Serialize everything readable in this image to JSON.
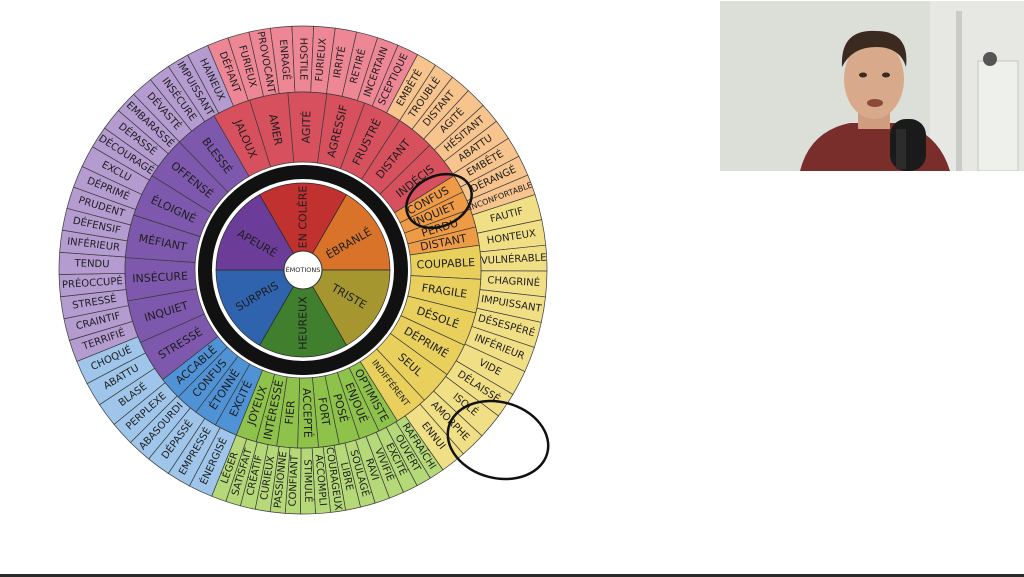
{
  "wheel": {
    "center_label": "ÉMOTIONS",
    "core": [
      {
        "label": "EN COLÈRE",
        "color": "#c0312f"
      },
      {
        "label": "ÉBRANLÉ",
        "color": "#d9732a"
      },
      {
        "label": "TRISTE",
        "color": "#a59630"
      },
      {
        "label": "HEUREUX",
        "color": "#3f7f2d"
      },
      {
        "label": "SURPRIS",
        "color": "#2f63ad"
      },
      {
        "label": "APEURÉ",
        "color": "#6b3d98"
      }
    ],
    "middle": [
      {
        "group": 0,
        "items": [
          "JALOUX",
          "AMER",
          "AGITÉ",
          "AGRESSIF",
          "FRUSTRÉ",
          "DISTANT",
          "INDÉCIS"
        ]
      },
      {
        "group": 1,
        "items": [
          "CONFUS",
          "INQUIET",
          "PERDU",
          "DISTANT"
        ]
      },
      {
        "group": 2,
        "items": [
          "COUPABLE",
          "FRAGILE",
          "DÉSOLÉ",
          "DÉPRIMÉ",
          "SEUL",
          "INDIFFÉRENT"
        ]
      },
      {
        "group": 3,
        "items": [
          "OPTIMISTE",
          "ENJOUÉ",
          "POSÉ",
          "FORT",
          "ACCEPTÉ",
          "FIER",
          "INTÉRESSÉ",
          "JOYEUX"
        ]
      },
      {
        "group": 4,
        "items": [
          "EXCITÉ",
          "ÉTONNÉ",
          "CONFUS",
          "ACCABLÉ"
        ]
      },
      {
        "group": 5,
        "items": [
          "STRESSÉ",
          "INQUIET",
          "INSÉCURE",
          "MÉFIANT",
          "ÉLOIGNÉ",
          "OFFENSÉ",
          "BLESSÉ"
        ]
      }
    ],
    "outer": [
      {
        "group": 0,
        "items": [
          "DÉFIANT",
          "FURIEUX",
          "PROVOCANT",
          "ENRAGÉ",
          "HOSTILE",
          "FURIEUX",
          "IRRITÉ",
          "RETIRÉ",
          "INCERTAIN",
          "SCEPTIQUE"
        ]
      },
      {
        "group": 1,
        "items": [
          "EMBÊTÉ",
          "TROUBLÉ",
          "DISTANT",
          "AGITÉ",
          "HÉSITANT",
          "ABATTU",
          "EMBÊTÉ",
          "DÉRANGÉ",
          "INCONFORTABLE"
        ]
      },
      {
        "group": 2,
        "items": [
          "FAUTIF",
          "HONTEUX",
          "VULNÉRABLE",
          "CHAGRINÉ",
          "IMPUISSANT",
          "DÉSESPÉRÉ",
          "INFÉRIEUR",
          "VIDE",
          "DÉLAISSÉ",
          "ISOLÉ",
          "AMORPHE",
          "ENNUI"
        ]
      },
      {
        "group": 3,
        "items": [
          "RAFRAÎCHI",
          "OUVERT",
          "EXCITÉ",
          "VIVIFIÉ",
          "RAVI",
          "SOULAGÉ",
          "LIBRE",
          "COURAGEUX",
          "ACCOMPLI",
          "STIMULÉ",
          "CONFIANT",
          "PASSIONNÉ",
          "CURIEUX",
          "CRÉATIF",
          "SATISFAIT",
          "LÉGER"
        ]
      },
      {
        "group": 4,
        "items": [
          "ÉNERGISÉ",
          "EMPRESSÉ",
          "DÉPASSÉ",
          "ABASOURDI",
          "PERPLEXE",
          "BLASÉ",
          "ABATTU",
          "CHOQUÉ"
        ]
      },
      {
        "group": 5,
        "items": [
          "TERRIFIÉ",
          "CRAINTIF",
          "STRESSÉ",
          "PRÉOCCUPÉ",
          "TENDU",
          "INFÉRIEUR",
          "DÉFENSIF",
          "PRUDENT",
          "DÉPRIMÉ",
          "EXCLU",
          "DÉCOURAGÉ",
          "DÉPASSÉ",
          "EMBARASSÉ",
          "DÉVASTÉ",
          "INSÉCURE",
          "IMPUISSANT",
          "HAINEUX"
        ]
      }
    ],
    "colors": {
      "middle": [
        "#d6505e",
        "#ef9a45",
        "#e9d05c",
        "#8ec24a",
        "#4f92d6",
        "#7e58ad"
      ],
      "outer": [
        "#ee8795",
        "#f7c48e",
        "#f1df86",
        "#b5d978",
        "#9fc6ea",
        "#b49bd0"
      ],
      "ring": "#111111",
      "annotation": "#111111"
    }
  },
  "webcam": {
    "description_icon": "webcam-person-icon",
    "colors": {
      "wall": "#dcded8",
      "shirt": "#7a2e2c",
      "skin": "#d9a98c",
      "hair": "#3a2a1f",
      "mic": "#1a1a1a"
    }
  }
}
